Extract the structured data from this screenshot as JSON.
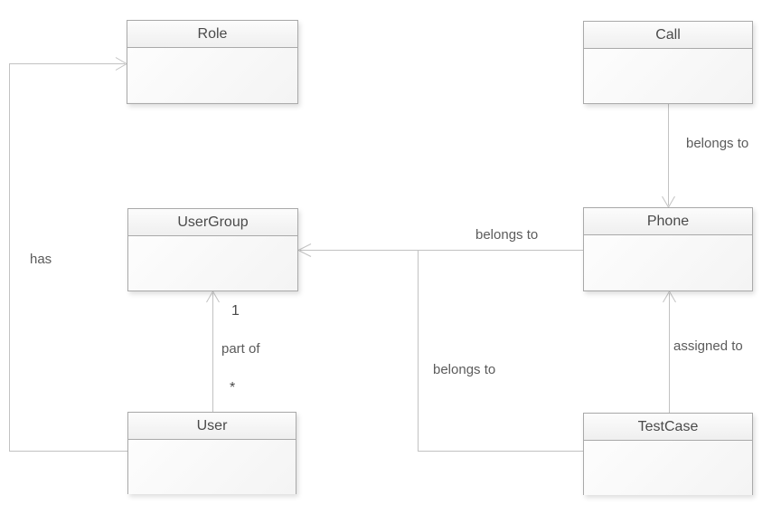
{
  "diagram": {
    "type": "uml-class-diagram",
    "classes": [
      {
        "name": "Role"
      },
      {
        "name": "Call"
      },
      {
        "name": "UserGroup"
      },
      {
        "name": "Phone"
      },
      {
        "name": "User"
      },
      {
        "name": "TestCase"
      }
    ],
    "relationships": [
      {
        "from": "User",
        "to": "Role",
        "label": "has",
        "arrow": "open"
      },
      {
        "from": "Call",
        "to": "Phone",
        "label": "belongs to",
        "arrow": "open"
      },
      {
        "from": "Phone",
        "to": "UserGroup",
        "label": "belongs to",
        "arrow": "open"
      },
      {
        "from": "TestCase",
        "to": "UserGroup",
        "label": "belongs to",
        "arrow": "open"
      },
      {
        "from": "TestCase",
        "to": "Phone",
        "label": "assigned to",
        "arrow": "open"
      },
      {
        "from": "User",
        "to": "UserGroup",
        "label": "part of",
        "arrow": "open",
        "target_multiplicity": "1",
        "source_multiplicity": "*"
      }
    ],
    "colors": {
      "line": "#c2c2c2",
      "box_border": "#a9a9a9",
      "box_fill": "#f5f5f5",
      "text": "#5b5b5b"
    }
  }
}
